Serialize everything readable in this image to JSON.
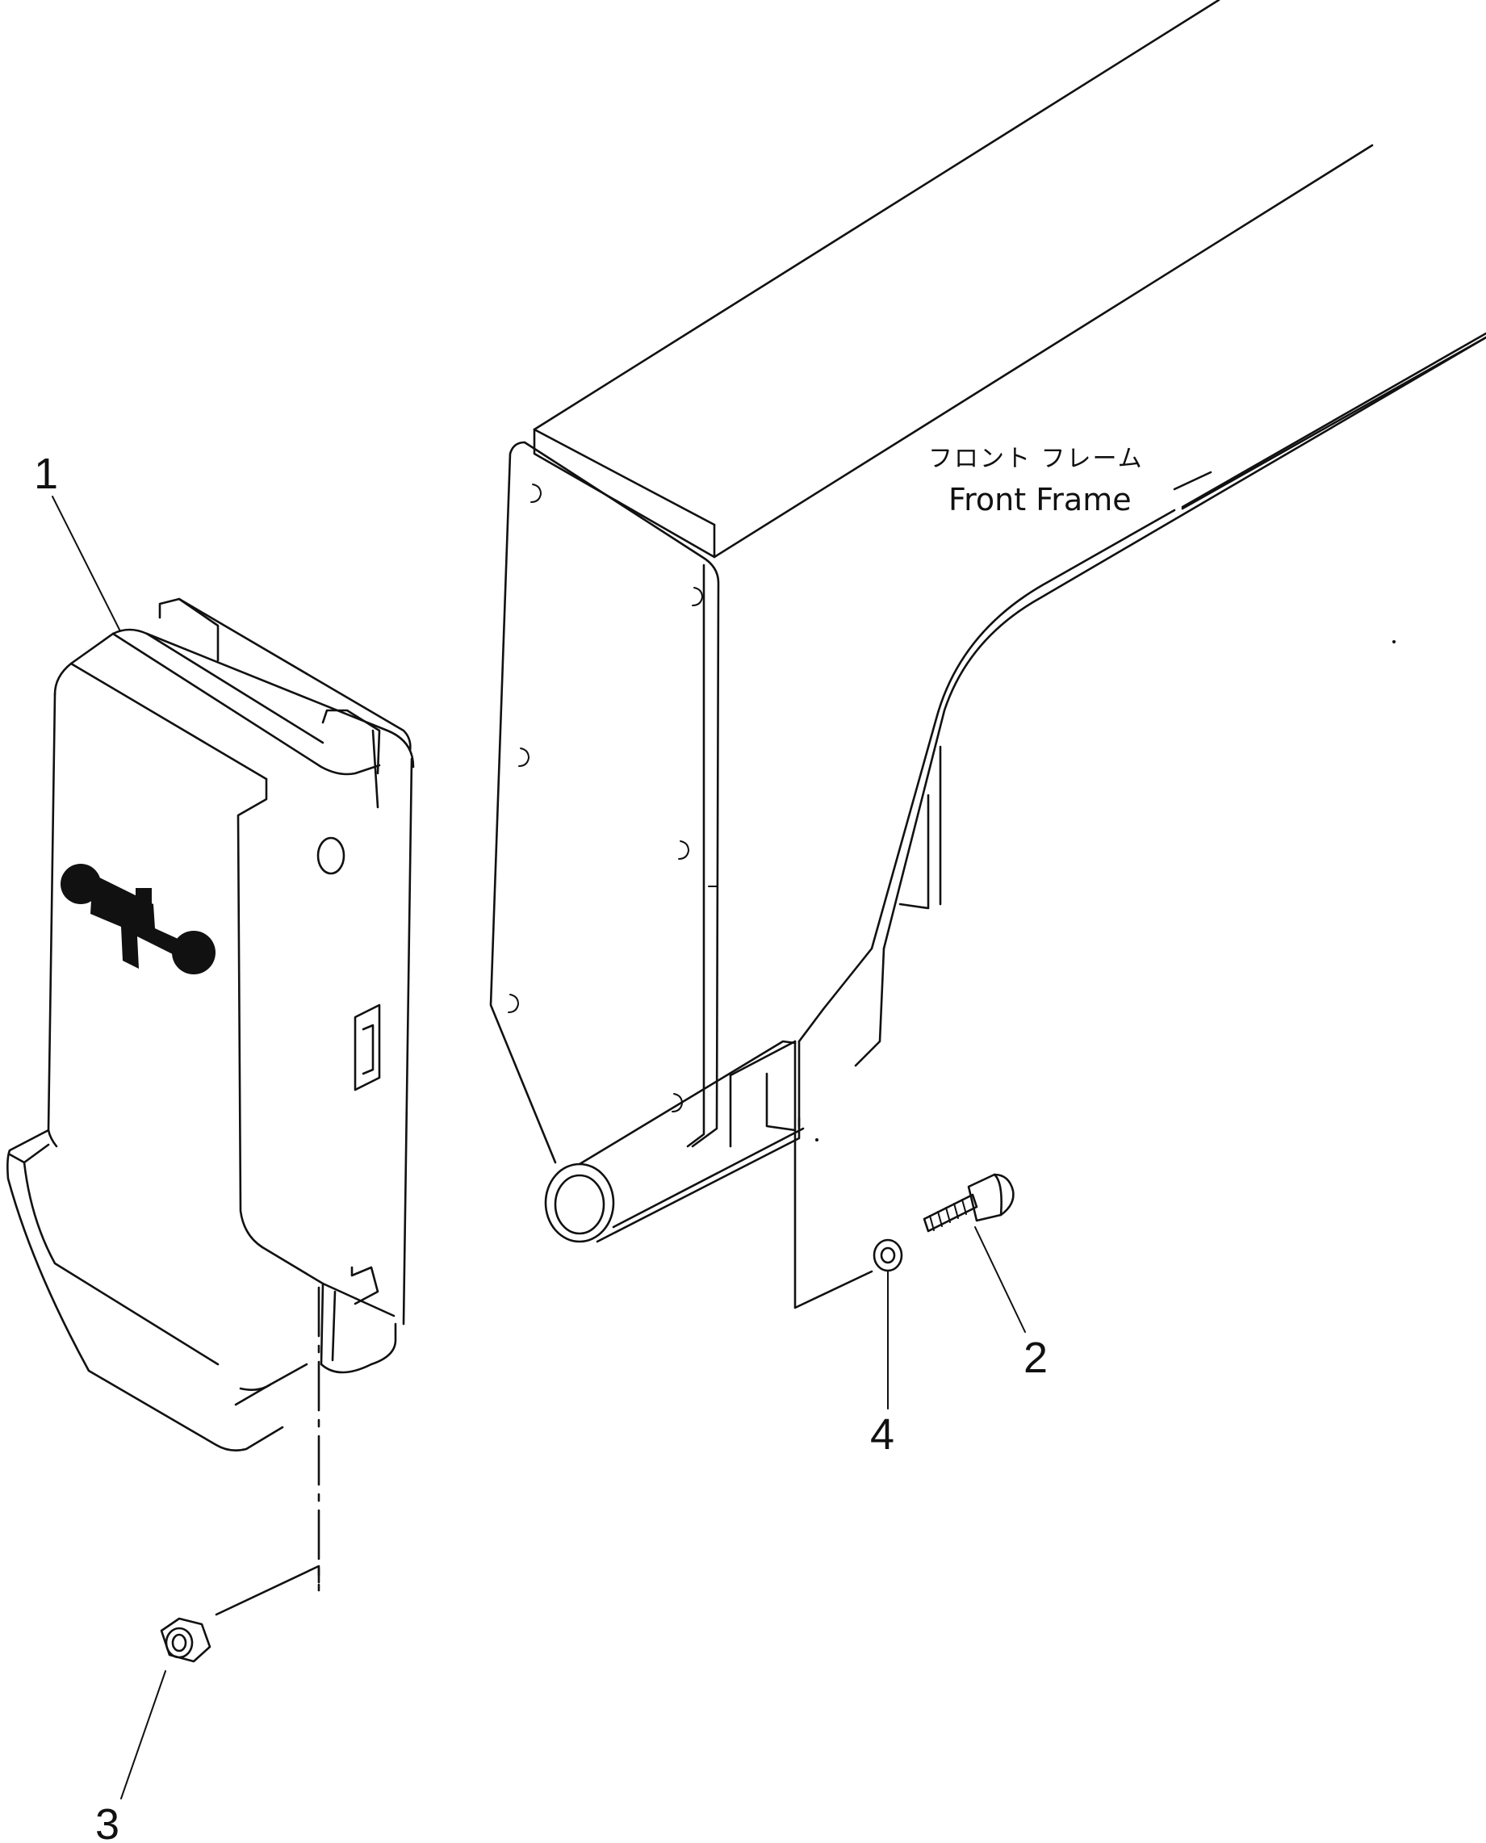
{
  "diagram": {
    "callouts": [
      {
        "id": "1",
        "label": "1"
      },
      {
        "id": "2",
        "label": "2"
      },
      {
        "id": "3",
        "label": "3"
      },
      {
        "id": "4",
        "label": "4"
      }
    ],
    "frame_label_jp": "フロント フレーム",
    "frame_label_en": "Front Frame"
  }
}
